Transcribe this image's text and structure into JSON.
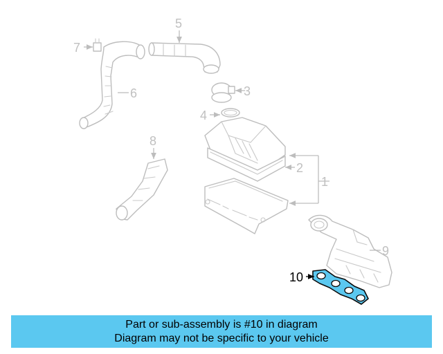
{
  "callouts": {
    "c1": "1",
    "c2": "2",
    "c3": "3",
    "c4": "4",
    "c5": "5",
    "c6": "6",
    "c7": "7",
    "c8": "8",
    "c9": "9",
    "c10": "10"
  },
  "highlight_color": "#5bc8f0",
  "banner": {
    "line1": "Part or sub-assembly is #10 in diagram",
    "line2": "Diagram may not be specific to your vehicle"
  }
}
